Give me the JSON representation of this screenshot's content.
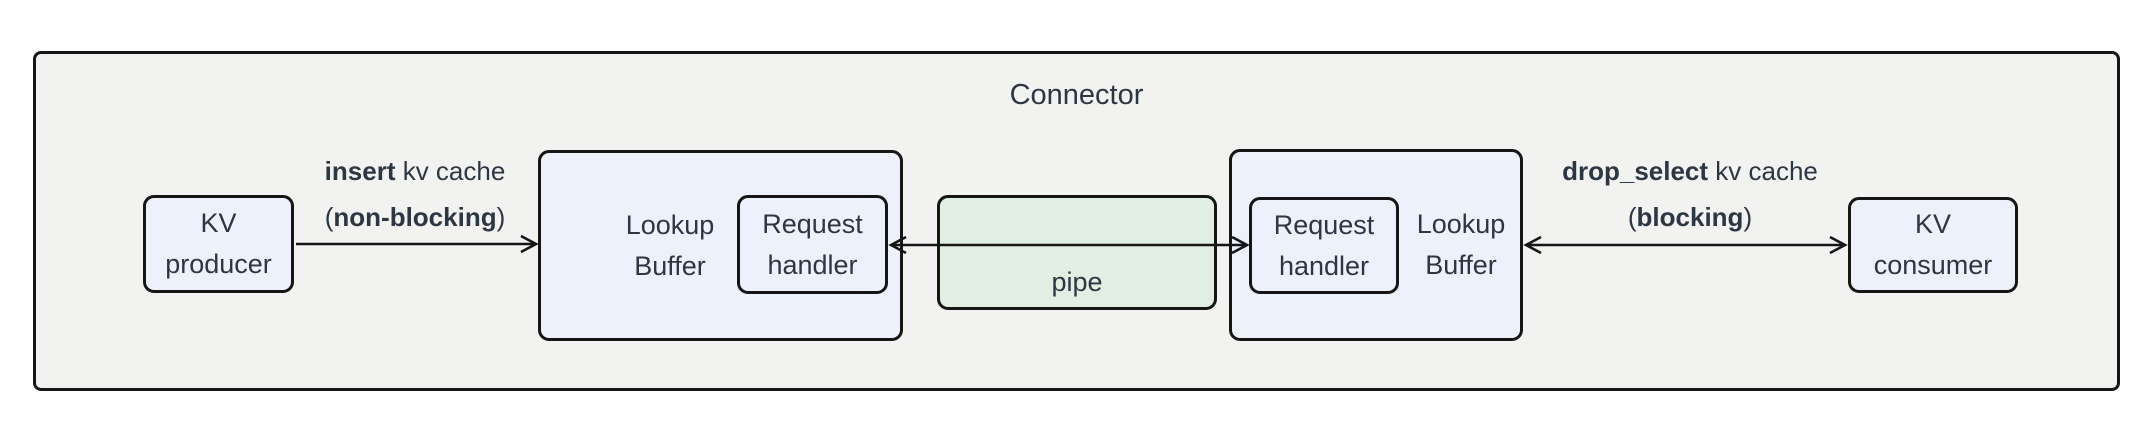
{
  "diagram": {
    "title": "Connector",
    "nodes": {
      "kv_producer": {
        "line1": "KV",
        "line2": "producer"
      },
      "lookup_buffer_left": {
        "line1": "Lookup",
        "line2": "Buffer"
      },
      "request_handler_left": {
        "line1": "Request",
        "line2": "handler"
      },
      "pipe": {
        "label": "pipe"
      },
      "request_handler_right": {
        "line1": "Request",
        "line2": "handler"
      },
      "lookup_buffer_right": {
        "line1": "Lookup",
        "line2": "Buffer"
      },
      "kv_consumer": {
        "line1": "KV",
        "line2": "consumer"
      }
    },
    "edges": {
      "insert": {
        "line1_bold": "insert",
        "line1_rest": " kv cache",
        "line2_open": "(",
        "line2_bold": "non-blocking",
        "line2_close": ")"
      },
      "drop_select": {
        "line1_bold": "drop_select",
        "line1_rest": " kv cache",
        "line2_open": "(",
        "line2_bold": "blocking",
        "line2_close": ")"
      }
    },
    "colors": {
      "container_bg": "#f2f3f1",
      "node_bg": "#edf1fb",
      "pipe_bg": "#e1efe2",
      "border": "#161616",
      "text": "#2d3643"
    }
  }
}
